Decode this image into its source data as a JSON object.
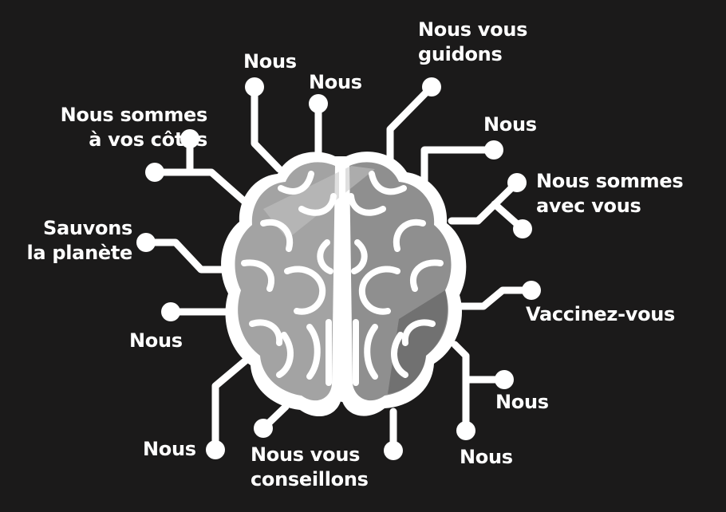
{
  "colors": {
    "background": "#1b1a1a",
    "foreground": "#ffffff",
    "brain_light": "#c9c9c9",
    "brain_mid": "#9a9a9a",
    "brain_dark": "#5c5c5c"
  },
  "labels": {
    "l1": "Nous sommes\nà vos côtés",
    "l2": "Sauvons\nla planète",
    "l3": "Nous",
    "l4": "Nous",
    "l5": "Nous",
    "l6": "Nous",
    "l7": "Nous vous\nconseillons",
    "l8": "Nous vous\nguidons",
    "l9": "Nous",
    "l10": "Nous sommes\navec vous",
    "l11": "Vaccinez-vous",
    "l12": "Nous",
    "l13": "Nous"
  }
}
